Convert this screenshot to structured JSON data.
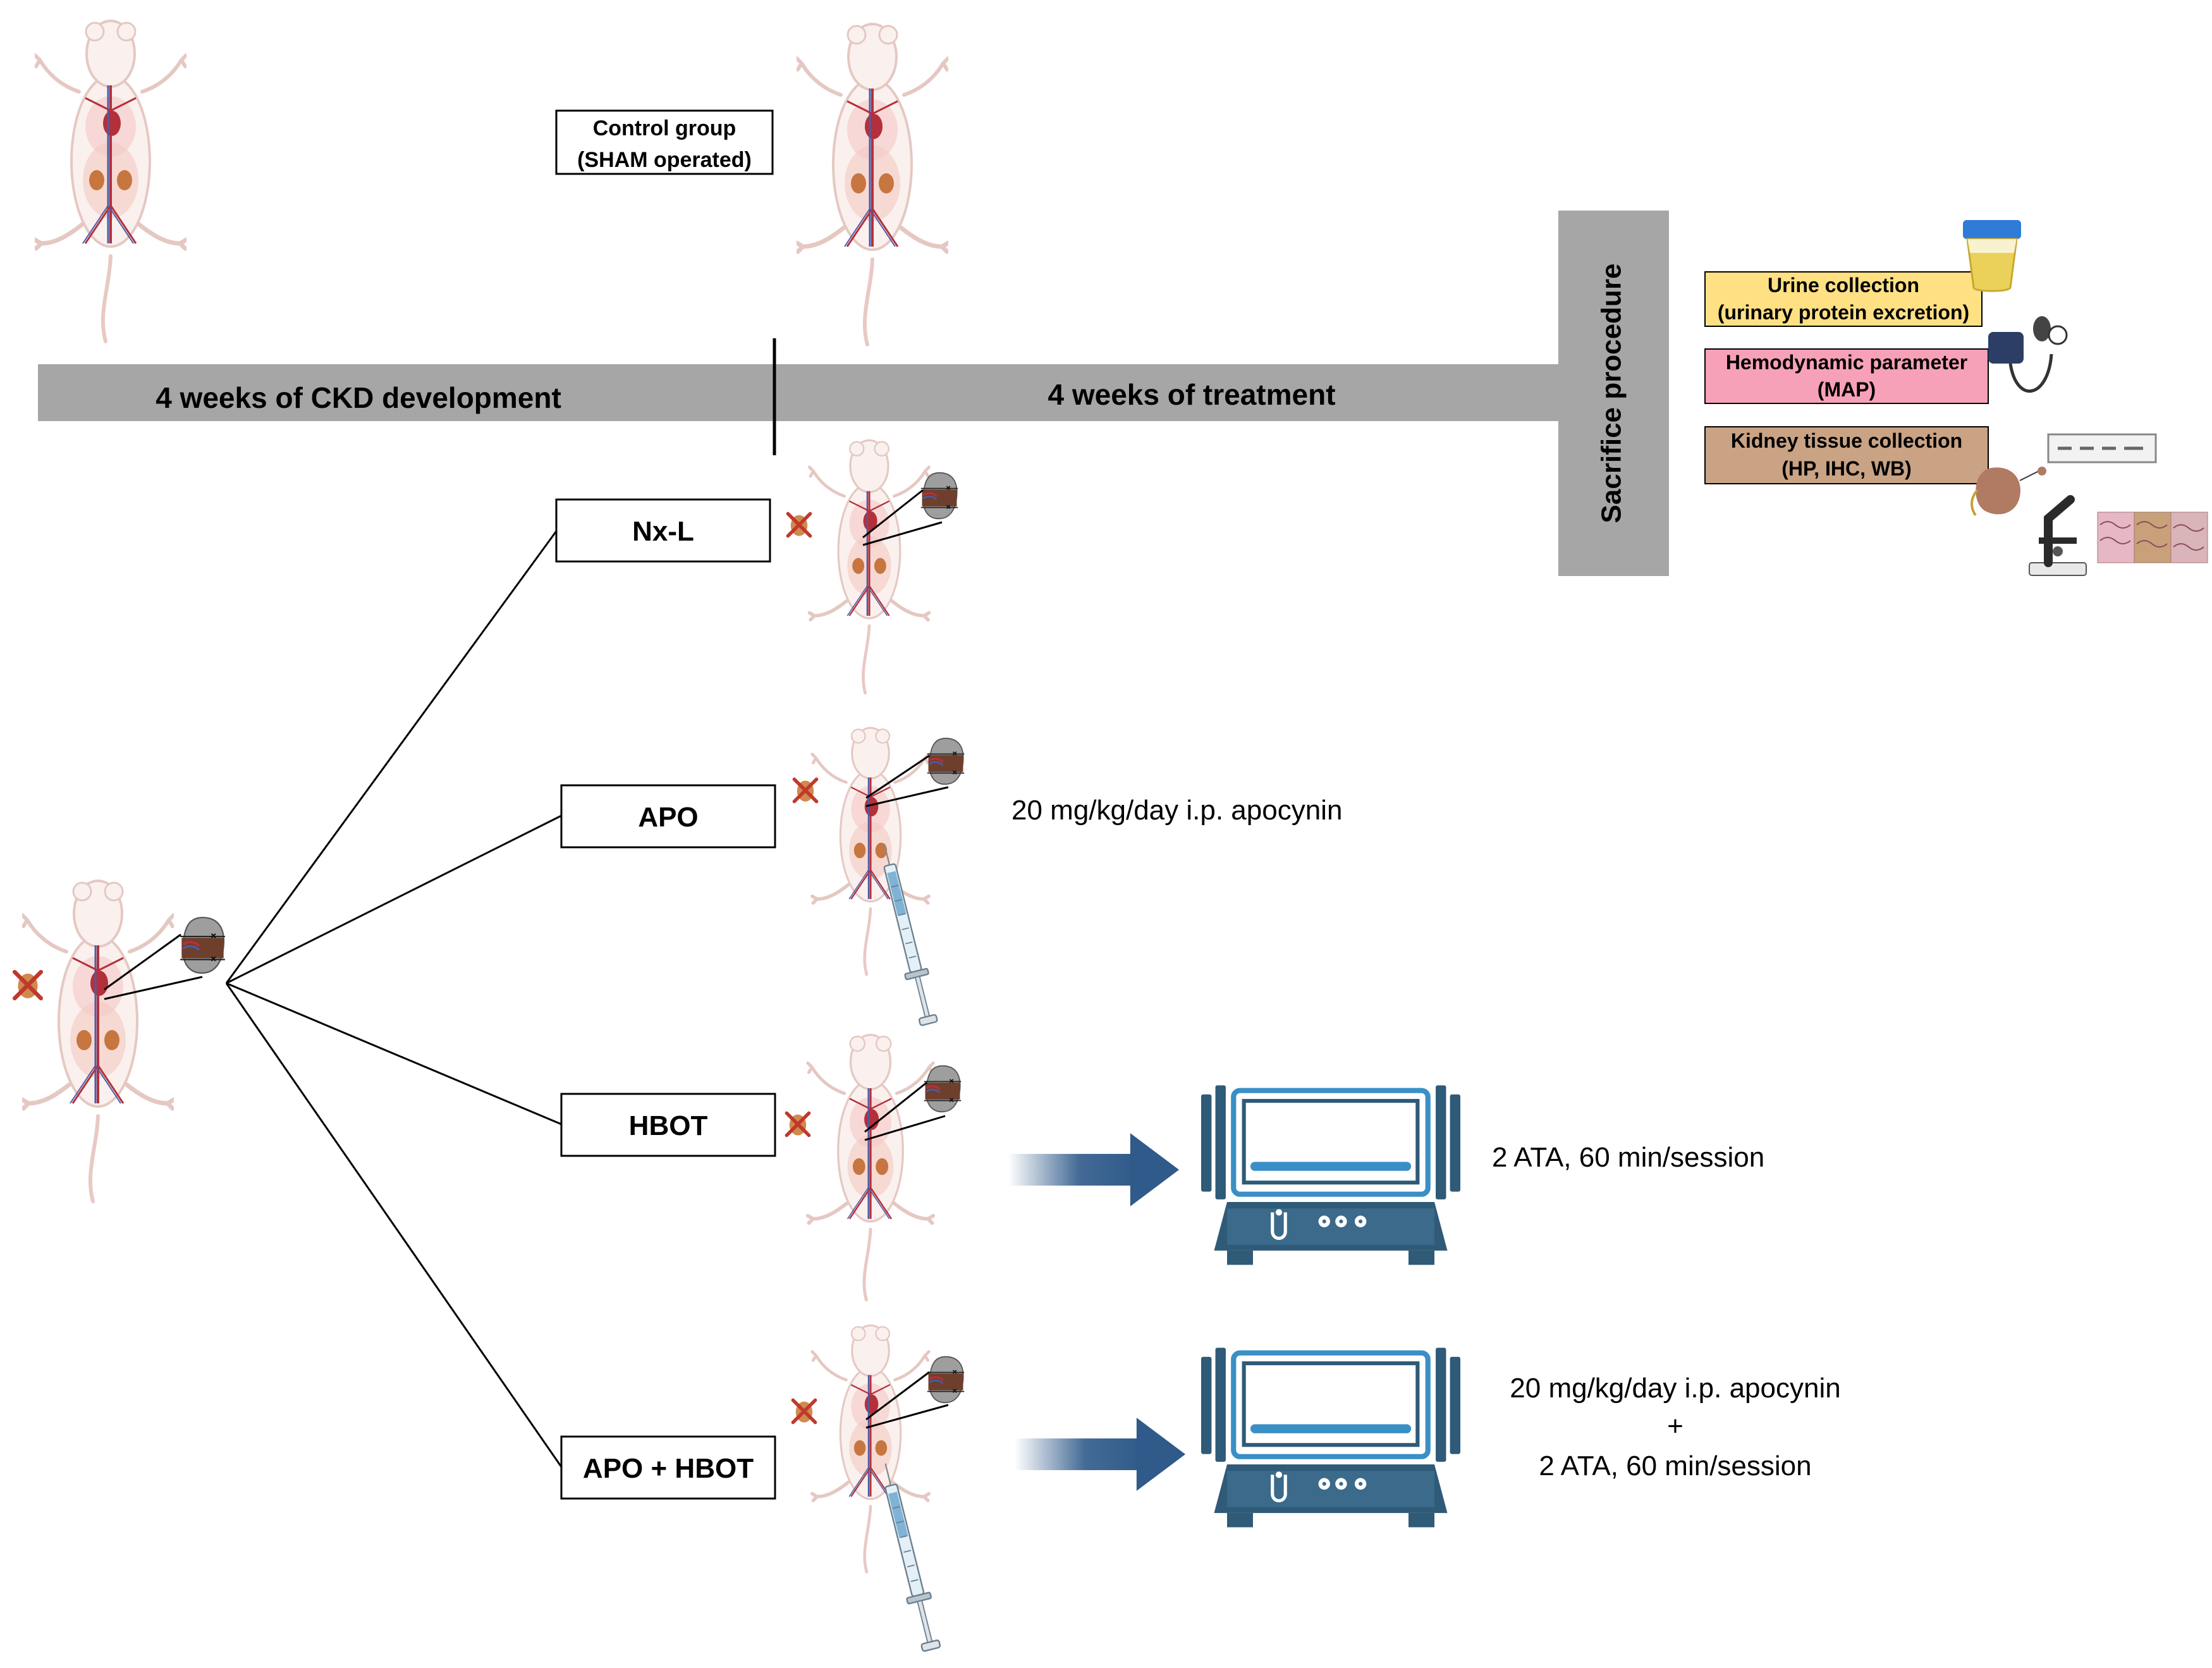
{
  "timeline": {
    "phase1_label": "4 weeks of CKD development",
    "phase2_label": "4 weeks of treatment",
    "sacrifice_label": "Sacrifice procedure"
  },
  "groups": {
    "control": {
      "line1": "Control group",
      "line2": "(SHAM operated)"
    },
    "nxl": {
      "label": "Nx-L"
    },
    "apo": {
      "label": "APO",
      "treatment": "20 mg/kg/day i.p. apocynin"
    },
    "hbot": {
      "label": "HBOT",
      "treatment": "2 ATA, 60 min/session"
    },
    "apo_hbot": {
      "label": "APO + HBOT",
      "treatment_line1": "20 mg/kg/day i.p. apocynin",
      "treatment_plus": "+",
      "treatment_line2": "2 ATA, 60 min/session"
    }
  },
  "outcomes": {
    "urine": {
      "line1": "Urine collection",
      "line2": "(urinary protein excretion)",
      "color": "#FFE083"
    },
    "hemodynamic": {
      "line1": "Hemodynamic parameter",
      "line2": "(MAP)",
      "color": "#F7A1B8"
    },
    "kidney": {
      "line1": "Kidney tissue collection",
      "line2": "(HP, IHC, WB)",
      "color": "#C9A384"
    }
  },
  "colors": {
    "timeline_bar": "#A6A6A6",
    "chamber_dark": "#2F5A78",
    "chamber_light": "#3A8FC6",
    "arrow": "#2F5A8A",
    "rat_fill": "#FAF1EE",
    "rat_outline": "#E5C8C2"
  },
  "icons": [
    "rat-icon",
    "kidney-icon",
    "syringe-icon",
    "hyperbaric-chamber-icon",
    "arrow-icon",
    "urine-cup-icon",
    "blood-pressure-cuff-icon",
    "western-blot-icon",
    "microscope-icon",
    "tissue-slide-icon"
  ]
}
